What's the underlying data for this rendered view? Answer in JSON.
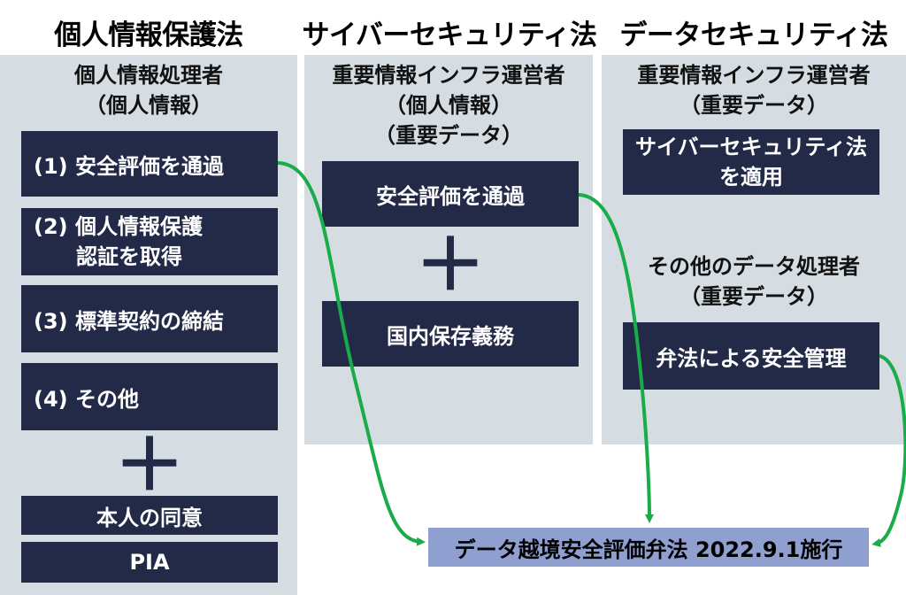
{
  "columns": [
    {
      "heading": "個人情報保護法",
      "subheading": [
        "個人情報処理者",
        "（個人情報）"
      ],
      "items": [
        [
          "(1) 安全評価を通過"
        ],
        [
          "(2) 個人情報保護",
          "認証を取得"
        ],
        [
          "(3) 標準契約の締結"
        ],
        [
          "(4) その他"
        ]
      ],
      "plus": "＋",
      "extras": [
        "本人の同意",
        "PIA"
      ]
    },
    {
      "heading": "サイバーセキュリティ法",
      "subheading": [
        "重要情報インフラ運営者",
        "（個人情報）",
        "（重要データ）"
      ],
      "items": [
        [
          "安全評価を通過"
        ],
        [
          "国内保存義務"
        ]
      ],
      "plus": "＋"
    },
    {
      "heading": "データセキュリティ法",
      "subheading": [
        "重要情報インフラ運営者",
        "（重要データ）"
      ],
      "box1": [
        "サイバーセキュリティ法",
        "を適用"
      ],
      "subheading2": [
        "その他のデータ処理者",
        "（重要データ）"
      ],
      "box2": [
        "弁法による安全管理"
      ]
    }
  ],
  "target": "データ越境安全評価弁法 2022.9.1施行",
  "colors": {
    "panel": "#d5dde2",
    "box": "#222a48",
    "target": "#8e9fd0",
    "arrow": "#1aab4a"
  }
}
